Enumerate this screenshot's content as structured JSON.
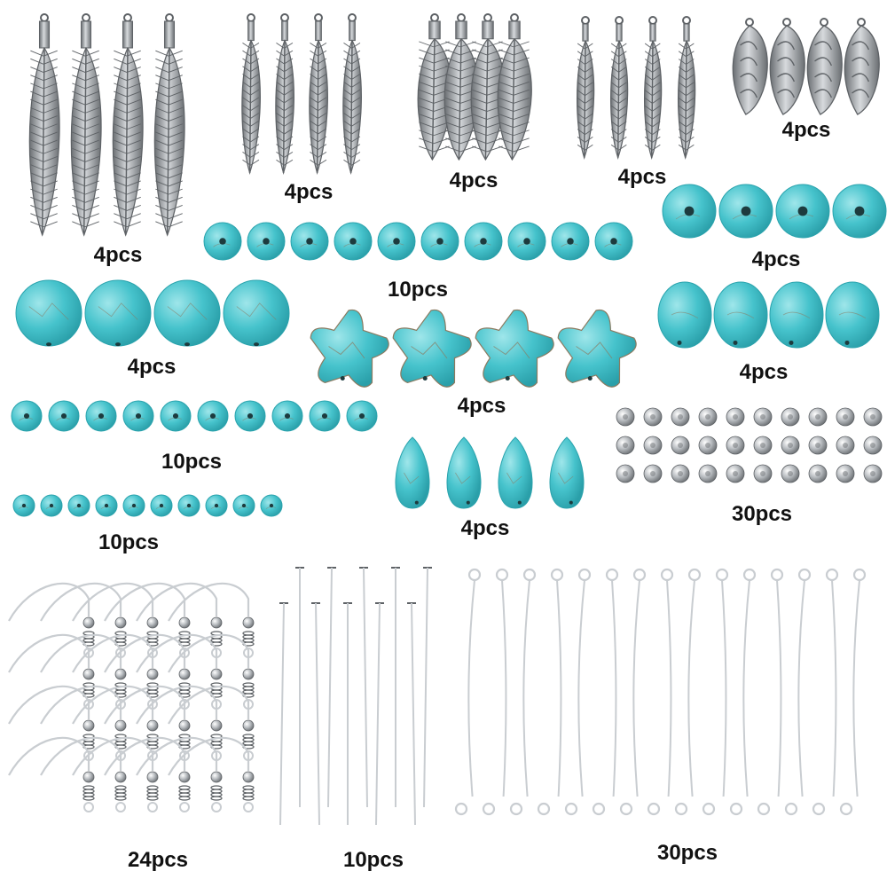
{
  "palette": {
    "turquoise": "#46c3cc",
    "turquoise_shade": "#2aa3ad",
    "vein": "#8a7a60",
    "silver": "#a9adb1",
    "silver_dark": "#5e6266",
    "silver_light": "#e6e8ea",
    "wire": "#c9cdd1"
  },
  "groups": [
    {
      "id": "feather-large",
      "item": "feather-charm-icon",
      "quantity": 4,
      "label": "4pcs"
    },
    {
      "id": "feather-slim",
      "item": "feather-charm-icon",
      "quantity": 4,
      "label": "4pcs"
    },
    {
      "id": "feather-wide",
      "item": "feather-charm-icon",
      "quantity": 4,
      "label": "4pcs"
    },
    {
      "id": "feather-small",
      "item": "feather-charm-icon",
      "quantity": 4,
      "label": "4pcs"
    },
    {
      "id": "leaf-charm",
      "item": "filigree-leaf-icon",
      "quantity": 4,
      "label": "4pcs"
    },
    {
      "id": "bead-round-large",
      "item": "turquoise-round-bead-icon",
      "quantity": 4,
      "label": "4pcs"
    },
    {
      "id": "bead-round-medium",
      "item": "turquoise-round-bead-icon",
      "quantity": 10,
      "label": "10pcs"
    },
    {
      "id": "bead-coin",
      "item": "turquoise-coin-bead-icon",
      "quantity": 4,
      "label": "4pcs"
    },
    {
      "id": "bead-flower",
      "item": "turquoise-flower-bead-icon",
      "quantity": 4,
      "label": "4pcs"
    },
    {
      "id": "bead-oval",
      "item": "turquoise-oval-bead-icon",
      "quantity": 4,
      "label": "4pcs"
    },
    {
      "id": "bead-round-small",
      "item": "turquoise-round-bead-icon",
      "quantity": 10,
      "label": "10pcs"
    },
    {
      "id": "bead-teardrop",
      "item": "turquoise-teardrop-bead-icon",
      "quantity": 4,
      "label": "4pcs"
    },
    {
      "id": "spacer-beads",
      "item": "silver-spacer-bead-icon",
      "quantity": 30,
      "label": "30pcs"
    },
    {
      "id": "bead-round-mini",
      "item": "turquoise-round-bead-icon",
      "quantity": 10,
      "label": "10pcs"
    },
    {
      "id": "ear-hooks",
      "item": "earring-hook-icon",
      "quantity": 24,
      "label": "24pcs"
    },
    {
      "id": "head-pins",
      "item": "head-pin-icon",
      "quantity": 10,
      "label": "10pcs"
    },
    {
      "id": "eye-pins",
      "item": "eye-pin-icon",
      "quantity": 30,
      "label": "30pcs"
    }
  ]
}
